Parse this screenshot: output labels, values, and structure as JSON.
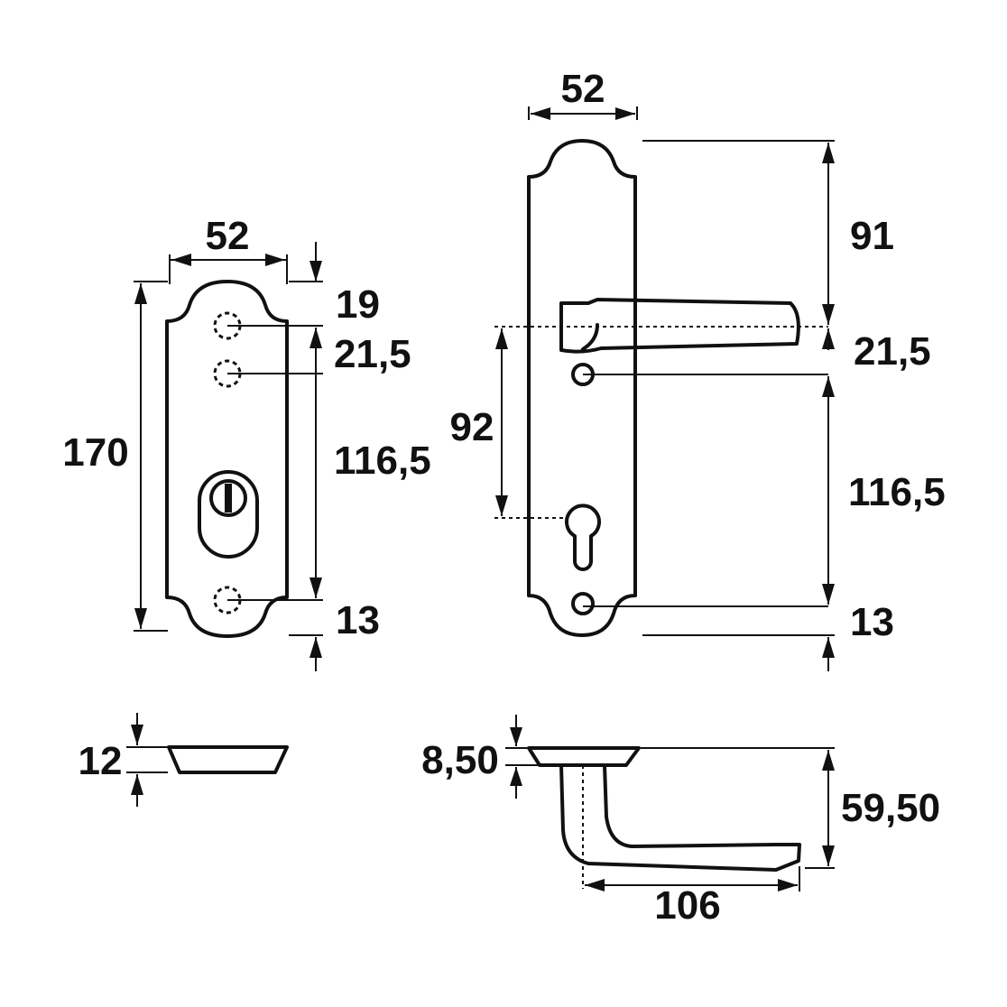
{
  "labels": {
    "escutcheon_width": "52",
    "escutcheon_top": "19",
    "escutcheon_hole_spacing": "21,5",
    "escutcheon_height": "170",
    "escutcheon_mid": "116,5",
    "escutcheon_bottom": "13",
    "escutcheon_thickness": "12",
    "plate_width": "52",
    "plate_top": "91",
    "plate_hole_spacing": "21,5",
    "plate_lever_to_cylinder": "92",
    "plate_mid": "116,5",
    "plate_bottom": "13",
    "lever_rose_thickness": "8,50",
    "lever_projection": "59,50",
    "lever_length": "106"
  }
}
